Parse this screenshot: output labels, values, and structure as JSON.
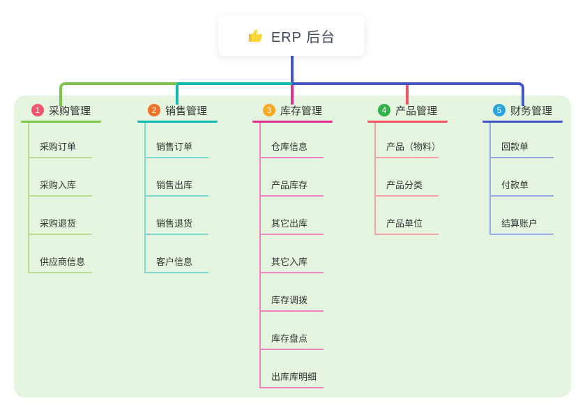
{
  "root": {
    "title": "ERP 后台",
    "icon": "thumbs-up-icon"
  },
  "colors": {
    "blue": "#4456c7",
    "green": "#7ec34b",
    "teal": "#12b8ae",
    "magenta": "#e0308e",
    "red": "#ed5565",
    "panel_bg": "#e4f4df"
  },
  "branches": [
    {
      "num": "1",
      "label": "采购管理",
      "color": "#7ec34b",
      "light": "#b9dc8f",
      "badge": "#f1556f",
      "children": [
        "采购订单",
        "采购入库",
        "采购退货",
        "供应商信息"
      ]
    },
    {
      "num": "2",
      "label": "销售管理",
      "color": "#12b8ae",
      "light": "#7fd8cf",
      "badge": "#f07228",
      "children": [
        "销售订单",
        "销售出库",
        "销售退货",
        "客户信息"
      ]
    },
    {
      "num": "3",
      "label": "库存管理",
      "color": "#e0308e",
      "light": "#f283c0",
      "badge": "#f9a825",
      "children": [
        "仓库信息",
        "产品库存",
        "其它出库",
        "其它入库",
        "库存调拨",
        "库存盘点",
        "出库库明细"
      ]
    },
    {
      "num": "4",
      "label": "产品管理",
      "color": "#ed5565",
      "light": "#f6a1a8",
      "badge": "#2eb34a",
      "children": [
        "产品（物料）",
        "产品分类",
        "产品单位"
      ]
    },
    {
      "num": "5",
      "label": "财务管理",
      "color": "#4456c7",
      "light": "#97a9e3",
      "badge": "#29a3dc",
      "children": [
        "回款单",
        "付款单",
        "结算账户"
      ]
    }
  ]
}
